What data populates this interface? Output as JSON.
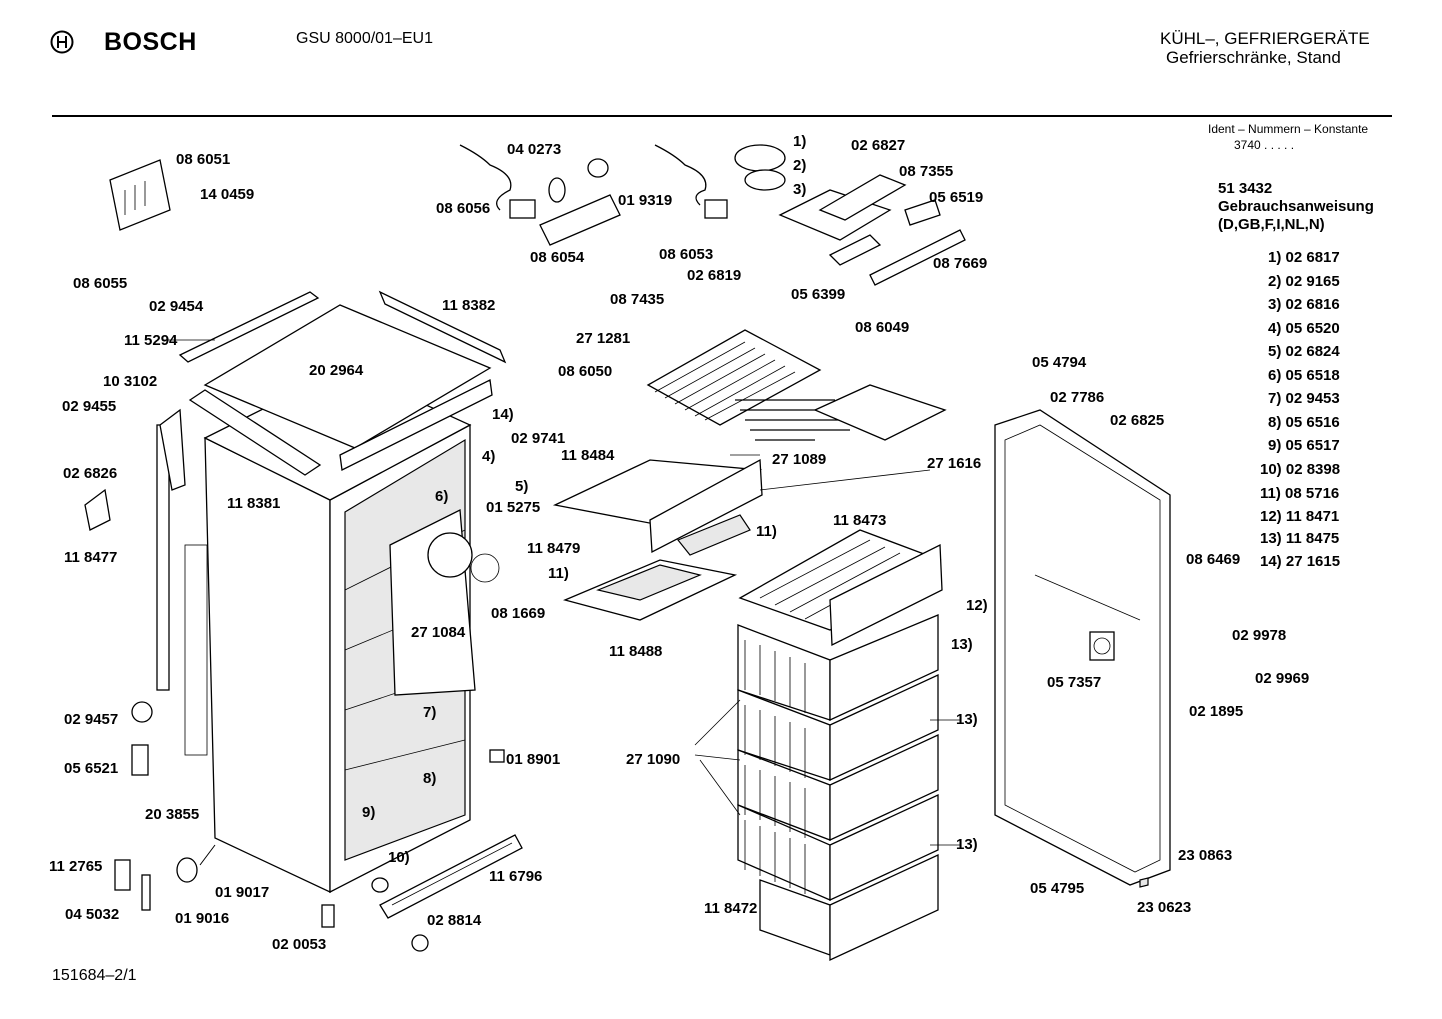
{
  "header": {
    "brand": "BOSCH",
    "model": "GSU 8000/01–EU1",
    "category_line1": "KÜHL–, GEFRIERGERÄTE",
    "category_line2": "Gefrierschränke, Stand"
  },
  "ident": {
    "title": "Ident – Nummern – Konstante",
    "value": "3740  .  .  .  .  ."
  },
  "manual": {
    "number": "51 3432",
    "title": "Gebrauchsanweisung",
    "langs": "(D,GB,F,I,NL,N)"
  },
  "legend": [
    {
      "key": "1)",
      "part": "02 6817"
    },
    {
      "key": "2)",
      "part": "02 9165"
    },
    {
      "key": "3)",
      "part": "02 6816"
    },
    {
      "key": "4)",
      "part": "05 6520"
    },
    {
      "key": "5)",
      "part": "02 6824"
    },
    {
      "key": "6)",
      "part": "05 6518"
    },
    {
      "key": "7)",
      "part": "02 9453"
    },
    {
      "key": "8)",
      "part": "05 6516"
    },
    {
      "key": "9)",
      "part": "05 6517"
    },
    {
      "key": "10)",
      "part": "02 8398"
    },
    {
      "key": "11)",
      "part": "08 5716"
    },
    {
      "key": "12)",
      "part": "11 8471"
    },
    {
      "key": "13)",
      "part": "11 8475"
    },
    {
      "key": "14)",
      "part": "27 1615"
    }
  ],
  "part_labels": [
    "08 6051",
    "14 0459",
    "08 6055",
    "02 9454",
    "11 5294",
    "10 3102",
    "02 9455",
    "02 6826",
    "11 8477",
    "02 9457",
    "05 6521",
    "20 3855",
    "11 2765",
    "04 5032",
    "01 9016",
    "01 9017",
    "02 0053",
    "11 8381",
    "20 2964",
    "11 8382",
    "04 0273",
    "08 6056",
    "01 9319",
    "08 6054",
    "08 6053",
    "02 6819",
    "02 6827",
    "08 7355",
    "05 6519",
    "05 6399",
    "08 7669",
    "08 7435",
    "27 1281",
    "08 6049",
    "08 6050",
    "27 1089",
    "02 9741",
    "11 8484",
    "01 5275",
    "27 1616",
    "11 8479",
    "08 1669",
    "27 1084",
    "11 8473",
    "11 8488",
    "27 1090",
    "01 8901",
    "11 6796",
    "02 8814",
    "11 8472",
    "05 4794",
    "02 7786",
    "02 6825",
    "08 6469",
    "02 9978",
    "05 7357",
    "02 9969",
    "02 1895",
    "23 0863",
    "05 4795",
    "23 0623"
  ],
  "callouts": [
    "1)",
    "2)",
    "3)",
    "4)",
    "5)",
    "6)",
    "7)",
    "8)",
    "9)",
    "10)",
    "11)",
    "11)",
    "12)",
    "13)",
    "13)",
    "13)",
    "14)"
  ],
  "footer": "151684–2/1"
}
